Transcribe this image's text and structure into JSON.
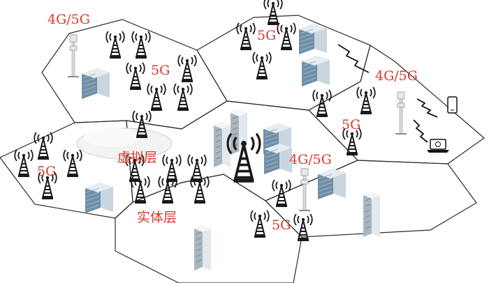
{
  "labels": {
    "tl_4g5g": "4G/5G",
    "top_5g": "5G",
    "left_5g": "5G",
    "right_4g5g": "4G/5G",
    "right_5g": "5G",
    "far_left_5g": "5G",
    "center_4g5g": "4G/5G",
    "bottom_5g": "5G",
    "virtual_layer": "虚拟层",
    "physical_layer": "实体层"
  },
  "colors": {
    "label": "#d93a2b",
    "hex_edge": "#2a2a2a",
    "tower": "#1a1a1a",
    "building_glass": "#6f8fa8",
    "building_light": "#c9d6e0",
    "lightning": "#111111"
  },
  "icons": {
    "tower": "cell-tower-icon",
    "mast": "mast-icon",
    "building": "building-icon",
    "phone": "phone-icon",
    "laptop": "laptop-icon",
    "lightning": "lightning-icon",
    "cloud": "cloud-icon"
  }
}
